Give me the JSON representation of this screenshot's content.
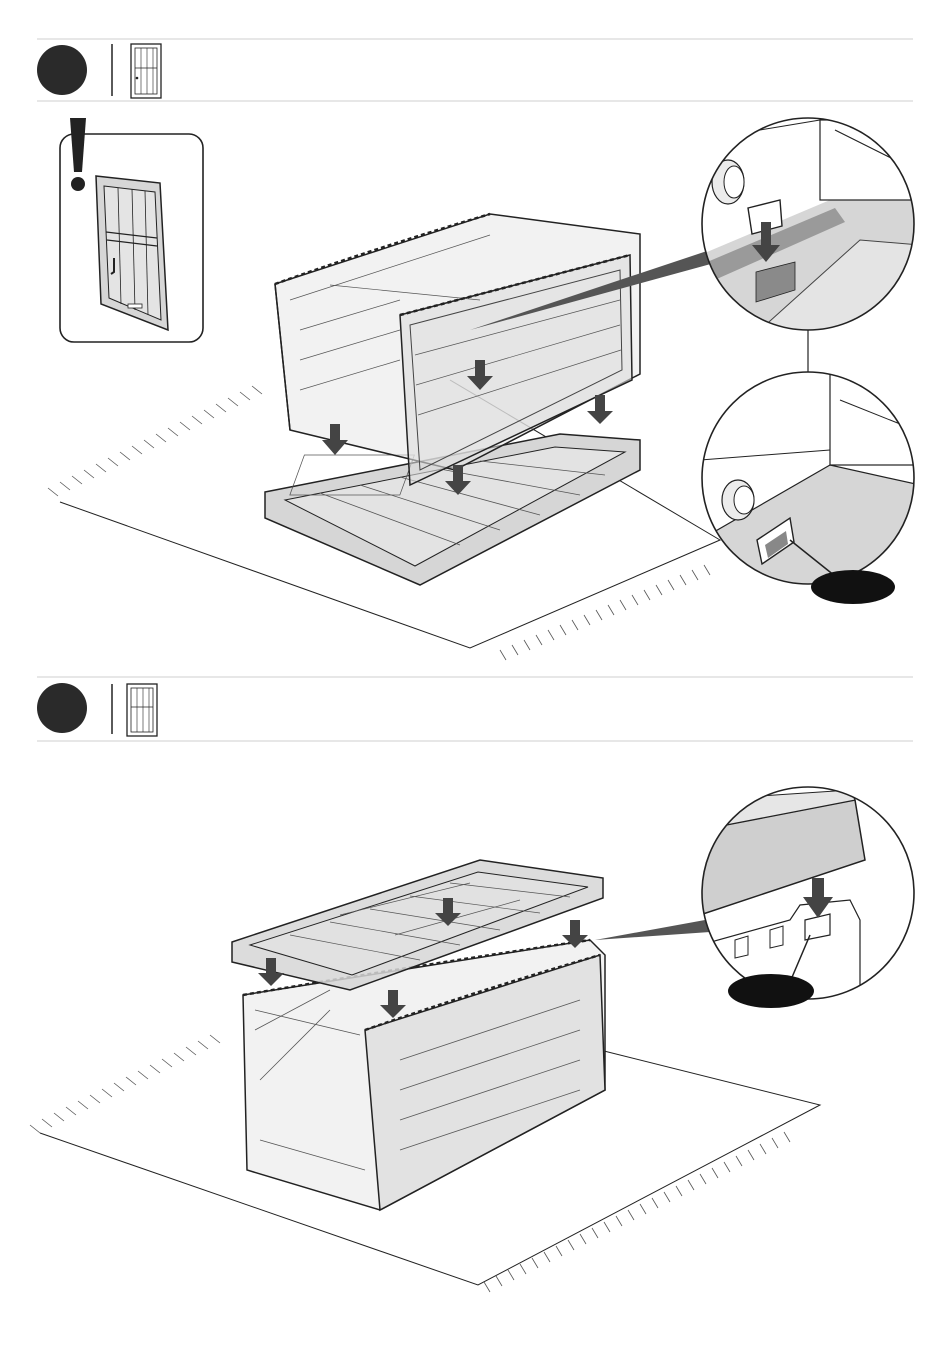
{
  "document": {
    "type": "assembly-instructions",
    "colors": {
      "ink": "#222222",
      "rule": "#cfcfcf",
      "step_circle": "#2a2a2a",
      "panel_fill": "#d6d6d6",
      "detail_fill": "#c9c9c9",
      "arrow": "#444444",
      "callout_oval": "#111111"
    }
  },
  "steps": [
    {
      "icons": [
        "step-circle",
        "door-icon"
      ],
      "warning_icon": "exclamation-icon",
      "callouts": [
        "clip-insert-detail",
        "clip-locked-detail"
      ]
    },
    {
      "icons": [
        "step-circle",
        "door-icon"
      ],
      "callouts": [
        "lid-attach-detail"
      ]
    }
  ]
}
